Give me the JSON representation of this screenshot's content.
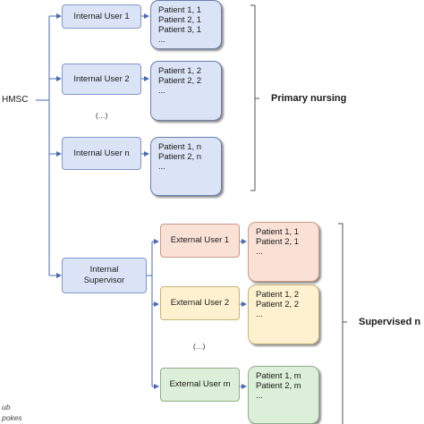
{
  "root": {
    "label": "HMSC"
  },
  "primary": {
    "label": "Primary nursing",
    "users": [
      {
        "label": "Internal User 1",
        "patients": [
          "Patient 1, 1",
          "Patient 2, 1",
          "Patient 3, 1",
          "..."
        ]
      },
      {
        "label": "Internal User 2",
        "patients": [
          "Patient 1, 2",
          "Patient 2, 2",
          "..."
        ]
      },
      {
        "label": "Internal User n",
        "patients": [
          "Patient 1, n",
          "Patient 2, n",
          "..."
        ]
      }
    ],
    "ellipsis": "(…)"
  },
  "supervisor": {
    "label": "Internal Supervisor"
  },
  "supervised": {
    "label": "Supervised n",
    "users": [
      {
        "label": "External User 1",
        "patients": [
          "Patient 1, 1",
          "Patient 2, 1",
          "..."
        ]
      },
      {
        "label": "External User 2",
        "patients": [
          "Patient 1, 2",
          "Patient 2, 2",
          "..."
        ]
      },
      {
        "label": "External User m",
        "patients": [
          "Patient 1, m",
          "Patient 2, m",
          "..."
        ]
      }
    ],
    "ellipsis": "(…)"
  },
  "footer": {
    "line1": "ub",
    "line2": "pokes"
  },
  "colors": {
    "internal": "#dbe4f6",
    "external_1": "#fae1d6",
    "external_2": "#fdf1cf",
    "external_m": "#dcefd8",
    "connector": "#4a6bb3",
    "bracket": "#555555"
  }
}
